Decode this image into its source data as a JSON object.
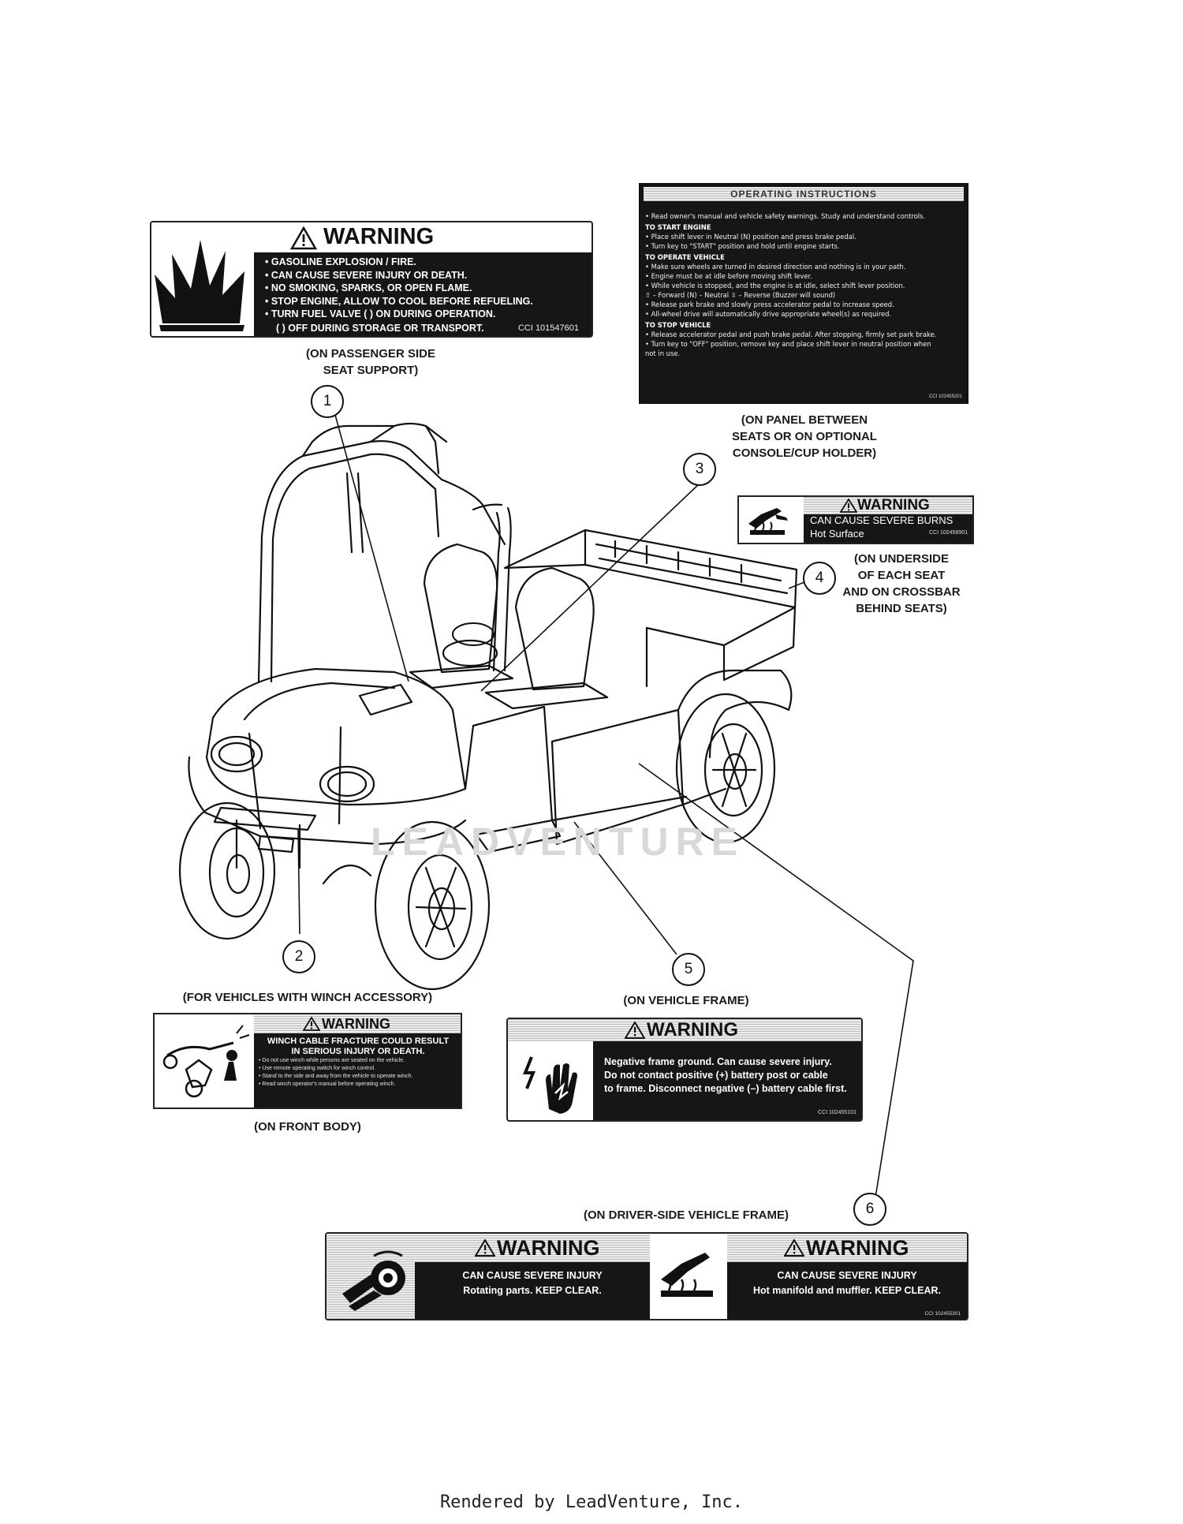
{
  "label1": {
    "title": "WARNING",
    "lines": [
      "• GASOLINE EXPLOSION / FIRE.",
      "• CAN CAUSE SEVERE INJURY OR DEATH.",
      "• NO SMOKING, SPARKS, OR OPEN FLAME.",
      "• STOP ENGINE, ALLOW TO COOL BEFORE REFUELING.",
      "• TURN FUEL VALVE (     ) ON DURING OPERATION.",
      "(     ) OFF DURING STORAGE OR TRANSPORT."
    ],
    "code": "CCI 101547601",
    "caption": [
      "(ON PASSENGER SIDE",
      "SEAT SUPPORT)"
    ]
  },
  "label3": {
    "title": "OPERATING INSTRUCTIONS",
    "lines": [
      {
        "text": "• Read owner's manual and vehicle safety warnings. Study and understand controls.",
        "head": false
      },
      {
        "text": "TO START ENGINE",
        "head": true
      },
      {
        "text": "• Place shift lever in Neutral (N) position and press brake pedal.",
        "head": false
      },
      {
        "text": "• Turn key to \"START\" position and hold until engine starts.",
        "head": false
      },
      {
        "text": "TO OPERATE VEHICLE",
        "head": true
      },
      {
        "text": "• Make sure wheels are turned in desired direction and nothing is in your path.",
        "head": false
      },
      {
        "text": "• Engine must be at idle before moving shift lever.",
        "head": false
      },
      {
        "text": "• While vehicle is stopped, and the engine is at idle, select shift lever position.",
        "head": false
      },
      {
        "text": "      ⇧ – Forward     (N) – Neutral     ⇩ – Reverse (Buzzer will sound)",
        "head": false
      },
      {
        "text": "• Release park brake and slowly press accelerator pedal to increase speed.",
        "head": false
      },
      {
        "text": "• All-wheel drive will automatically drive appropriate wheel(s) as required.",
        "head": false
      },
      {
        "text": "TO STOP VEHICLE",
        "head": true
      },
      {
        "text": "• Release accelerator pedal and push brake pedal. After stopping, firmly set park brake.",
        "head": false
      },
      {
        "text": "• Turn key to \"OFF\" position, remove key and place shift lever in neutral position when",
        "head": false
      },
      {
        "text": "   not in use.",
        "head": false
      }
    ],
    "code": "CCI 102455201",
    "caption": [
      "(ON PANEL BETWEEN",
      "SEATS OR ON OPTIONAL",
      "CONSOLE/CUP HOLDER)"
    ]
  },
  "label4": {
    "title": "WARNING",
    "line1": "CAN CAUSE SEVERE BURNS",
    "line2": "Hot Surface",
    "code": "CCI 102458901",
    "caption": [
      "(ON UNDERSIDE",
      "OF EACH SEAT",
      "AND ON CROSSBAR",
      "BEHIND SEATS)"
    ]
  },
  "label2": {
    "title": "WARNING",
    "lines": [
      "WINCH CABLE FRACTURE COULD RESULT",
      "IN SERIOUS INJURY OR DEATH.",
      "• Do not use winch while persons are seated on the vehicle.",
      "• Use remote operating switch for winch control.",
      "• Stand to the side and away from the vehicle to operate winch.",
      "• Read winch operator's manual before operating winch."
    ],
    "caption_top": "(FOR VEHICLES WITH WINCH ACCESSORY)",
    "caption_bottom": "(ON FRONT BODY)"
  },
  "label5": {
    "title": "WARNING",
    "lines": [
      "Negative frame ground. Can cause severe injury.",
      "Do not contact positive (+) battery post or cable",
      "to frame. Disconnect negative (–) battery cable first."
    ],
    "code": "CCI 102455101",
    "caption": "(ON VEHICLE FRAME)"
  },
  "label6": {
    "caption": "(ON DRIVER-SIDE VEHICLE FRAME)",
    "left": {
      "title": "WARNING",
      "line1": "CAN CAUSE SEVERE INJURY",
      "line2": "Rotating parts. KEEP CLEAR."
    },
    "right": {
      "title": "WARNING",
      "line1": "CAN CAUSE SEVERE INJURY",
      "line2": "Hot manifold and muffler. KEEP CLEAR.",
      "code": "CCI 102455301"
    }
  },
  "callouts": [
    "1",
    "2",
    "3",
    "4",
    "5",
    "6"
  ],
  "watermark": "LEADVENTURE",
  "footer": "Rendered by LeadVenture, Inc.",
  "colors": {
    "ink": "#161616",
    "paper": "#ffffff",
    "hatch": "#bdbdbd"
  }
}
